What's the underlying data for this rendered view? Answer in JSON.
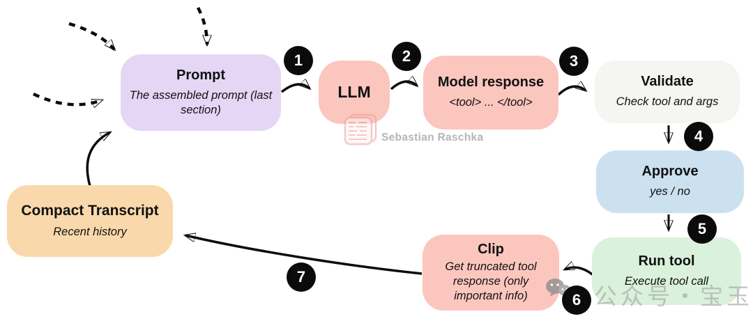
{
  "diagram": {
    "nodes": [
      {
        "id": "prompt",
        "title": "Prompt",
        "subtitle": "The assembled prompt (last section)",
        "color": "#e5d6f6"
      },
      {
        "id": "llm",
        "title": "LLM",
        "color": "#fbc6be"
      },
      {
        "id": "model_response",
        "title": "Model response",
        "subtitle": "<tool> ... </tool>",
        "color": "#fbc6be"
      },
      {
        "id": "validate",
        "title": "Validate",
        "subtitle": "Check tool and args",
        "color": "#f5f5f1"
      },
      {
        "id": "approve",
        "title": "Approve",
        "subtitle": "yes / no",
        "color": "#cce1f0"
      },
      {
        "id": "run_tool",
        "title": "Run tool",
        "subtitle": "Execute tool call",
        "color": "#daf1db"
      },
      {
        "id": "clip",
        "title": "Clip",
        "subtitle": "Get truncated tool response (only important info)",
        "color": "#fbc6be"
      },
      {
        "id": "compact_transcript",
        "title": "Compact Transcript",
        "subtitle": "Recent history",
        "color": "#f9d9ab"
      }
    ],
    "steps": [
      "1",
      "2",
      "3",
      "4",
      "5",
      "6",
      "7"
    ],
    "watermarks": {
      "author": "Sebastian Raschka",
      "channel": "公众号・宝玉AI"
    }
  }
}
